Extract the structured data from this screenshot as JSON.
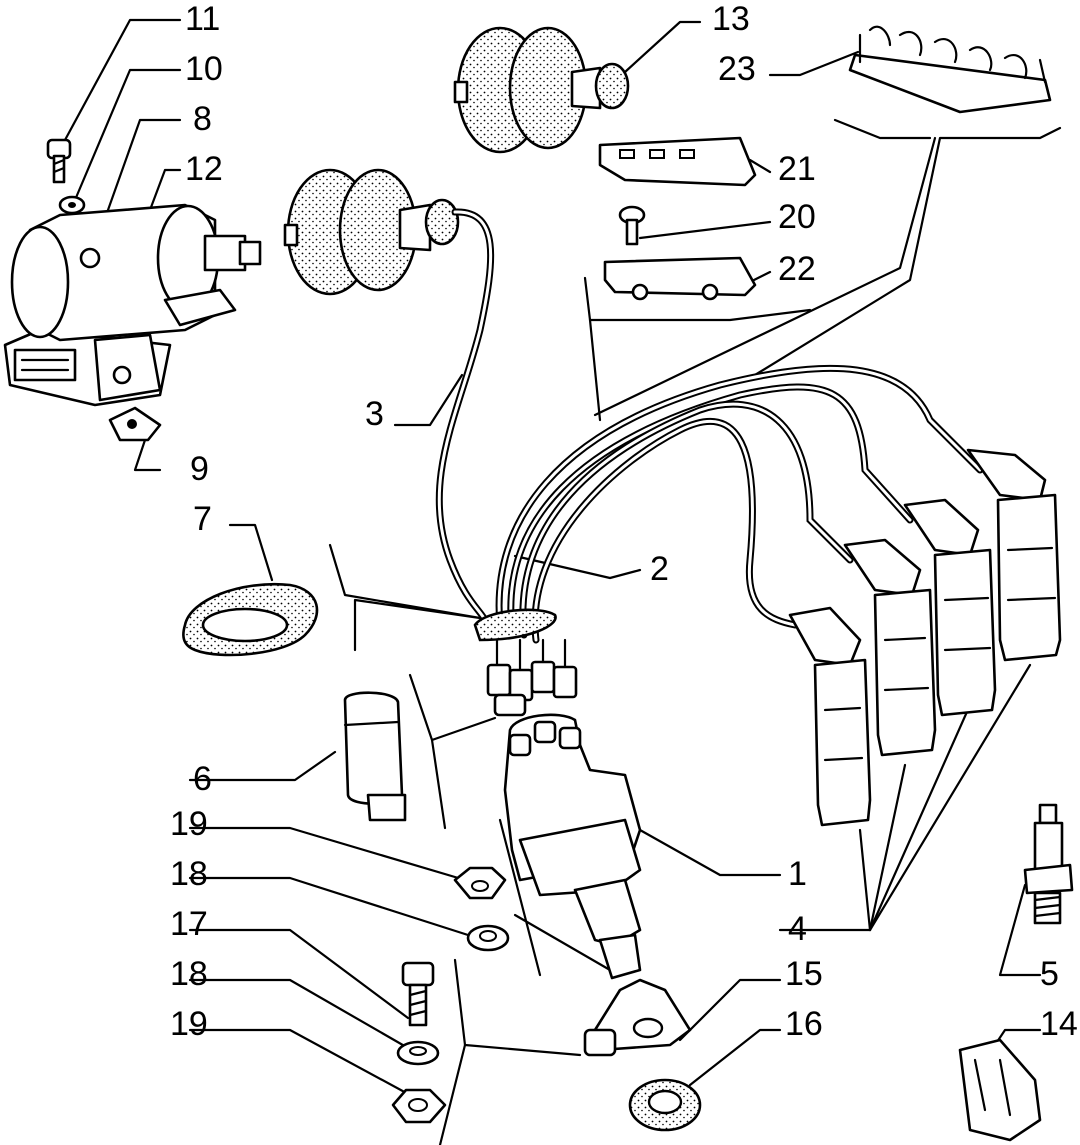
{
  "callouts": [
    {
      "id": "c11",
      "text": "11"
    },
    {
      "id": "c10",
      "text": "10"
    },
    {
      "id": "c8",
      "text": "8"
    },
    {
      "id": "c12",
      "text": "12"
    },
    {
      "id": "c13",
      "text": "13"
    },
    {
      "id": "c23",
      "text": "23"
    },
    {
      "id": "c21",
      "text": "21"
    },
    {
      "id": "c20",
      "text": "20"
    },
    {
      "id": "c22",
      "text": "22"
    },
    {
      "id": "c3",
      "text": "3"
    },
    {
      "id": "c9",
      "text": "9"
    },
    {
      "id": "c7",
      "text": "7"
    },
    {
      "id": "c2",
      "text": "2"
    },
    {
      "id": "c6",
      "text": "6"
    },
    {
      "id": "c19a",
      "text": "19"
    },
    {
      "id": "c1",
      "text": "1"
    },
    {
      "id": "c18a",
      "text": "18"
    },
    {
      "id": "c4",
      "text": "4"
    },
    {
      "id": "c17",
      "text": "17"
    },
    {
      "id": "c15",
      "text": "15"
    },
    {
      "id": "c5",
      "text": "5"
    },
    {
      "id": "c18b",
      "text": "18"
    },
    {
      "id": "c16",
      "text": "16"
    },
    {
      "id": "c14",
      "text": "14"
    },
    {
      "id": "c19b",
      "text": "19"
    }
  ]
}
